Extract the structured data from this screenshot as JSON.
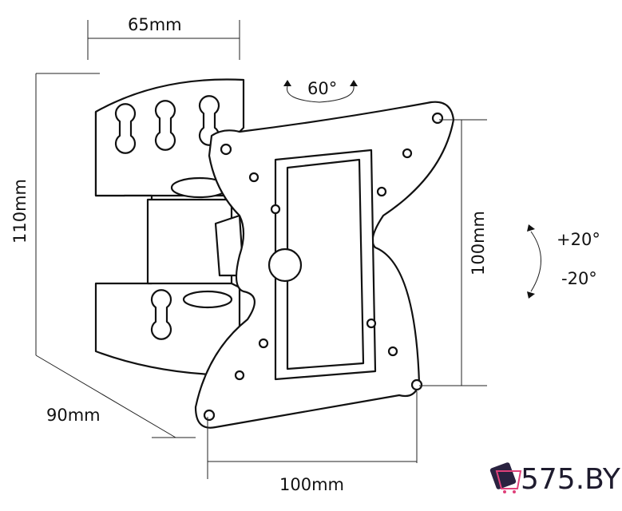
{
  "dimensions": {
    "top_width": "65mm",
    "left_height": "110mm",
    "right_height": "100mm",
    "bottom_width": "100mm",
    "depth": "90mm"
  },
  "rotation": {
    "swivel": "60°",
    "tilt_up": "+20°",
    "tilt_down": "-20°"
  },
  "logo": {
    "text": "575.BY",
    "colors": [
      "#2a2240",
      "#f0a030",
      "#e0407a",
      "#4a7be0"
    ]
  }
}
